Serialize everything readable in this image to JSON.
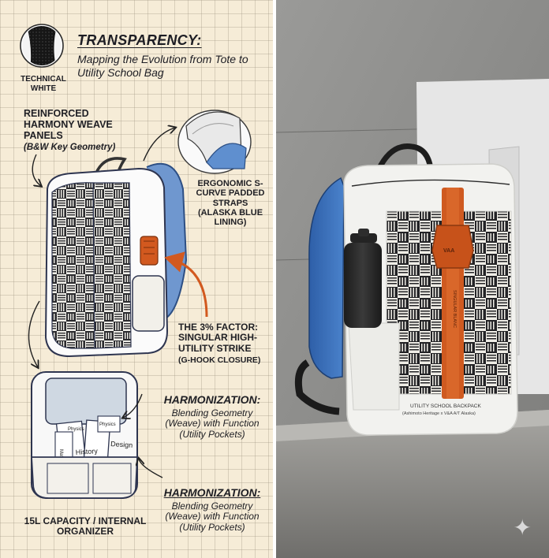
{
  "sheet": {
    "title": "TRANSPARENCY:",
    "subtitle": "Mapping the Evolution from Tote to Utility School Bag",
    "swatch_label": "TECHNICAL WHITE",
    "callouts": {
      "weave_title": "REINFORCED HARMONY WEAVE PANELS",
      "weave_sub": "(B&W Key Geometry)",
      "straps_title": "ERGONOMIC S-CURVE PADDED STRAPS",
      "straps_sub": "(ALASKA BLUE LINING)",
      "factor_title": "THE 3% FACTOR: SINGULAR HIGH-UTILITY STRIKE",
      "factor_sub": "(G-HOOK CLOSURE)",
      "harmonization_1_title": "HARMONIZATION:",
      "harmonization_1_body": "Blending Geometry (Weave) with Function (Utility Pockets)",
      "harmonization_2_title": "HARMONIZATION:",
      "harmonization_2_body": "Blending Geometry (Weave) with Function (Utility Pockets)",
      "capacity": "15L CAPACITY / INTERNAL ORGANIZER"
    },
    "books": [
      "History",
      "Design",
      "Physics",
      "Physics",
      "Maths"
    ]
  },
  "photo": {
    "bag_label_line1": "UTILITY SCHOOL BACKPACK",
    "bag_label_line2": "(Ashimoto Heritage x V&A A/T Alaska)",
    "buckle_text": "VAA",
    "strap_text": "SINGULAR BLANC"
  },
  "colors": {
    "paper": "#f6ecd7",
    "ink": "#1f1f24",
    "alaska_blue": "#3a6fb5",
    "orange_strike": "#d25a21",
    "concrete": "#8d8d8b"
  },
  "icons": [
    "curved-arrow-icon",
    "sparkle-icon"
  ]
}
